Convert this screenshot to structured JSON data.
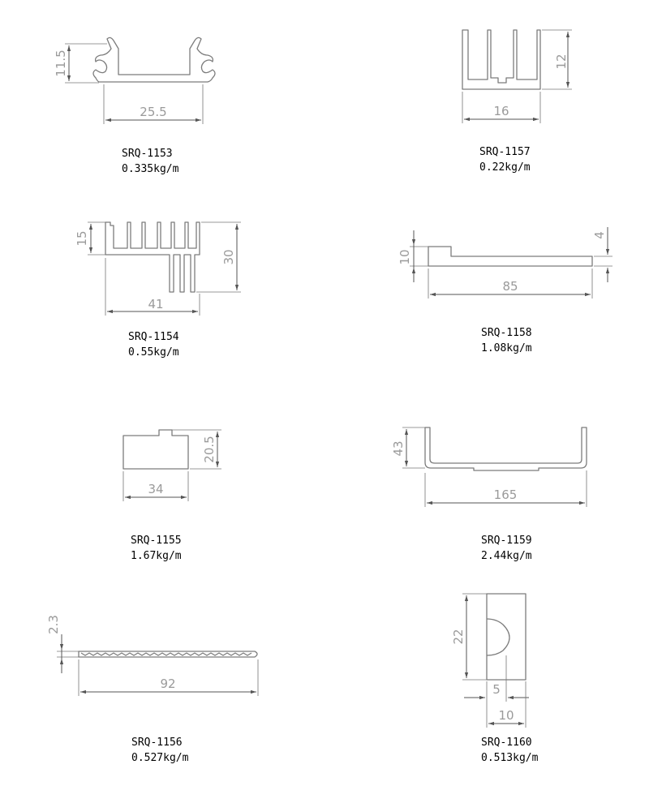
{
  "colors": {
    "outline": "#7c7c7c",
    "dimension_text": "#9a9a9a",
    "caption": "#000000",
    "background": "#ffffff"
  },
  "profiles": [
    {
      "code": "SRQ-1153",
      "weight": "0.335kg/m",
      "dims": {
        "height": "11.5",
        "width": "25.5"
      }
    },
    {
      "code": "SRQ-1157",
      "weight": "0.22kg/m",
      "dims": {
        "height": "12",
        "width": "16"
      }
    },
    {
      "code": "SRQ-1154",
      "weight": "0.55kg/m",
      "dims": {
        "top": "15",
        "height": "30",
        "width": "41"
      }
    },
    {
      "code": "SRQ-1158",
      "weight": "1.08kg/m",
      "dims": {
        "height": "10",
        "thickness": "4",
        "width": "85"
      }
    },
    {
      "code": "SRQ-1155",
      "weight": "1.67kg/m",
      "dims": {
        "height": "20.5",
        "width": "34"
      }
    },
    {
      "code": "SRQ-1159",
      "weight": "2.44kg/m",
      "dims": {
        "height": "43",
        "width": "165"
      }
    },
    {
      "code": "SRQ-1156",
      "weight": "0.527kg/m",
      "dims": {
        "height": "2.3",
        "width": "92"
      }
    },
    {
      "code": "SRQ-1160",
      "weight": "0.513kg/m",
      "dims": {
        "height": "22",
        "slot": "5",
        "width": "10"
      }
    }
  ]
}
